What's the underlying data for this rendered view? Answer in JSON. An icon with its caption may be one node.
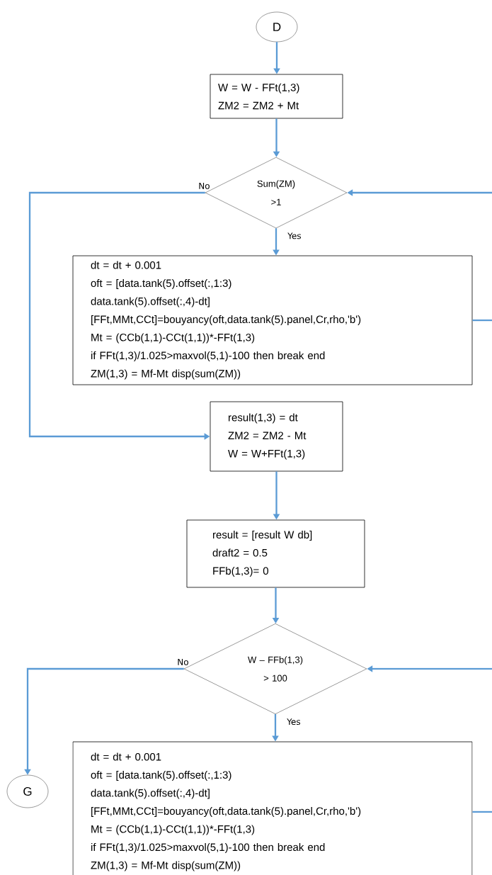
{
  "diagram": {
    "nodes": [
      {
        "text": [
          "D"
        ]
      },
      {
        "text": [
          "W = W - FFt(1,3)",
          "ZM2 = ZM2 + Mt"
        ]
      },
      {
        "text": [
          "Sum(ZM) >1"
        ]
      },
      {
        "text": [
          "dt = dt + 0.001",
          "oft = [data.tank(5).offset(:,1:3)",
          "data.tank(5).offset(:,4)-dt]",
          "[FFt,MMt,CCt]=bouyancy(oft,data.tank(5).panel,Cr,rho,'b')",
          "Mt = (CCb(1,1)-CCt(1,1))*-FFt(1,3)",
          "if FFt(1,3)/1.025>maxvol(5,1)-100 then break end",
          "ZM(1,3) = Mf-Mt disp(sum(ZM))"
        ]
      },
      {
        "text": [
          "result(1,3) = dt",
          "ZM2 = ZM2 - Mt",
          "W = W+FFt(1,3)"
        ]
      },
      {
        "text": [
          "result = [result W db]",
          "draft2 = 0.5",
          "FFb(1,3)= 0"
        ]
      },
      {
        "text": [
          "W – FFb(1,3) > 100"
        ]
      },
      {
        "text": [
          "G"
        ]
      },
      {
        "text": [
          "dt = dt + 0.001",
          "oft = [data.tank(5).offset(:,1:3)",
          "data.tank(5).offset(:,4)-dt]",
          "[FFt,MMt,CCt]=bouyancy(oft,data.tank(5).panel,Cr,rho,'b')",
          "Mt = (CCb(1,1)-CCt(1,1))*-FFt(1,3)",
          "if FFt(1,3)/1.025>maxvol(5,1)-100 then break end",
          "ZM(1,3) = Mf-Mt disp(sum(ZM))"
        ]
      }
    ],
    "edges": [
      {
        "from": 0,
        "to": 1,
        "arrow": "to"
      },
      {
        "from": 1,
        "to": 2,
        "arrow": "to"
      },
      {
        "from": 2,
        "to": 3,
        "arrow": "to",
        "label": "Yes"
      },
      {
        "from": 3,
        "to": null,
        "arrow": "none"
      },
      {
        "from": null,
        "to": 2,
        "arrow": "to"
      },
      {
        "from": 2,
        "to": 4,
        "arrow": "to",
        "label": "No"
      },
      {
        "from": 4,
        "to": 5,
        "arrow": "to"
      },
      {
        "from": 5,
        "to": 6,
        "arrow": "to"
      },
      {
        "from": 6,
        "to": 8,
        "arrow": "to",
        "label": "Yes"
      },
      {
        "from": 8,
        "to": null,
        "arrow": "none"
      },
      {
        "from": null,
        "to": 6,
        "arrow": "to"
      },
      {
        "from": 6,
        "to": 7,
        "arrow": "to",
        "label": "No"
      }
    ]
  }
}
